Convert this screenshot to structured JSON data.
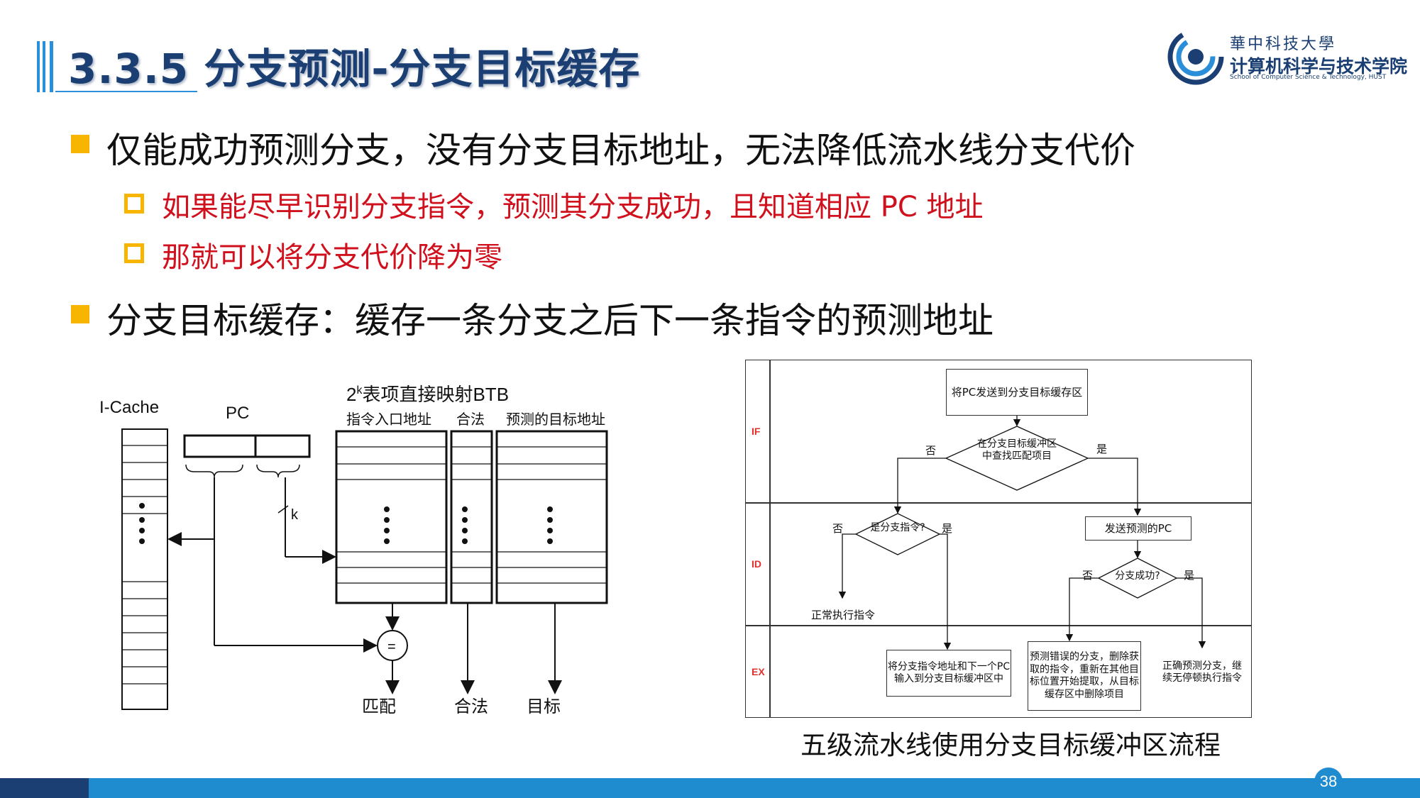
{
  "title": "3.3.5 分支预测-分支目标缓存",
  "logo": {
    "cn_top": "華中科技大學",
    "cn": "计算机科学与技术学院",
    "en": "School of Computer Science & Technology, HUST"
  },
  "bullets": [
    {
      "text": "仅能成功预测分支，没有分支目标地址，无法降低流水线分支代价",
      "sub": [
        "如果能尽早识别分支指令，预测其分支成功，且知道相应 PC 地址",
        "那就可以将分支代价降为零"
      ]
    },
    {
      "text": "分支目标缓存：缓存一条分支之后下一条指令的预测地址",
      "sub": []
    }
  ],
  "left_figure": {
    "icache": "I-Cache",
    "pc": "PC",
    "btb_title_pre": "2",
    "btb_title_sup": "k",
    "btb_title_post": "表项直接映射BTB",
    "col1": "指令入口地址",
    "col2": "合法",
    "col3": "预测的目标地址",
    "k": "k",
    "eq": "=",
    "out1": "匹配",
    "out2": "合法",
    "out3": "目标"
  },
  "flowchart": {
    "stages": [
      "IF",
      "ID",
      "EX"
    ],
    "box_start": "将PC发送到分支目标缓存区",
    "diamond_find": "在分支目标缓冲区中查找匹配项目",
    "no": "否",
    "yes": "是",
    "diamond_branch": "是分支指令?",
    "normal": "正常执行指令",
    "send_pc": "发送预测的PC",
    "diamond_success": "分支成功?",
    "box_enter": "将分支指令地址和下一个PC输入到分支目标缓冲区中",
    "box_mispredict": "预测错误的分支，删除获取的指令，重新在其他目标位置开始提取，从目标缓存区中删除项目",
    "box_correct": "正确预测分支，继续无停顿执行指令"
  },
  "caption": "五级流水线使用分支目标缓冲区流程",
  "page_number": "38"
}
